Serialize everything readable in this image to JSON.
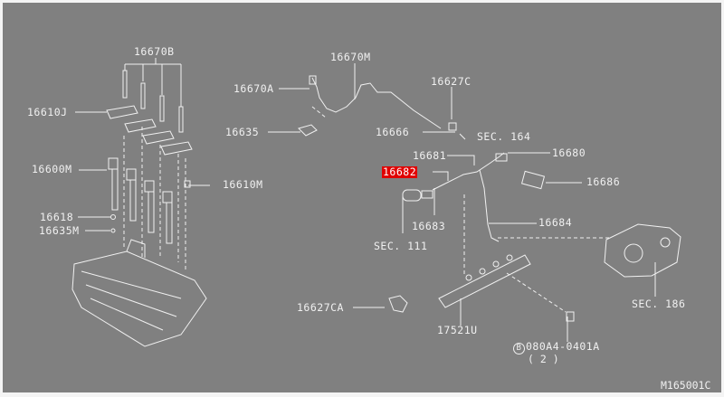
{
  "diagram": {
    "id_code": "M165001C",
    "highlighted_part": "16682",
    "colors": {
      "background": "#808080",
      "line": "#f0f0f0",
      "highlight": "#e00000"
    },
    "labels": {
      "p16670B": "16670B",
      "p16670M": "16670M",
      "p16670A": "16670A",
      "p16627C": "16627C",
      "p16610J": "16610J",
      "p16635": "16635",
      "p16666": "16666",
      "sec164": "SEC. 164",
      "p16681": "16681",
      "p16680": "16680",
      "p16682": "16682",
      "p16686": "16686",
      "p16600M": "16600M",
      "p16610M": "16610M",
      "p16618": "16618",
      "p16635M": "16635M",
      "p16683": "16683",
      "p16684": "16684",
      "sec111": "SEC. 111",
      "sec186": "SEC. 186",
      "p16627CA": "16627CA",
      "p17521U": "17521U",
      "bolt_symbol": "B",
      "bolt": "080A4-0401A",
      "bolt_qty": "( 2 )"
    }
  }
}
